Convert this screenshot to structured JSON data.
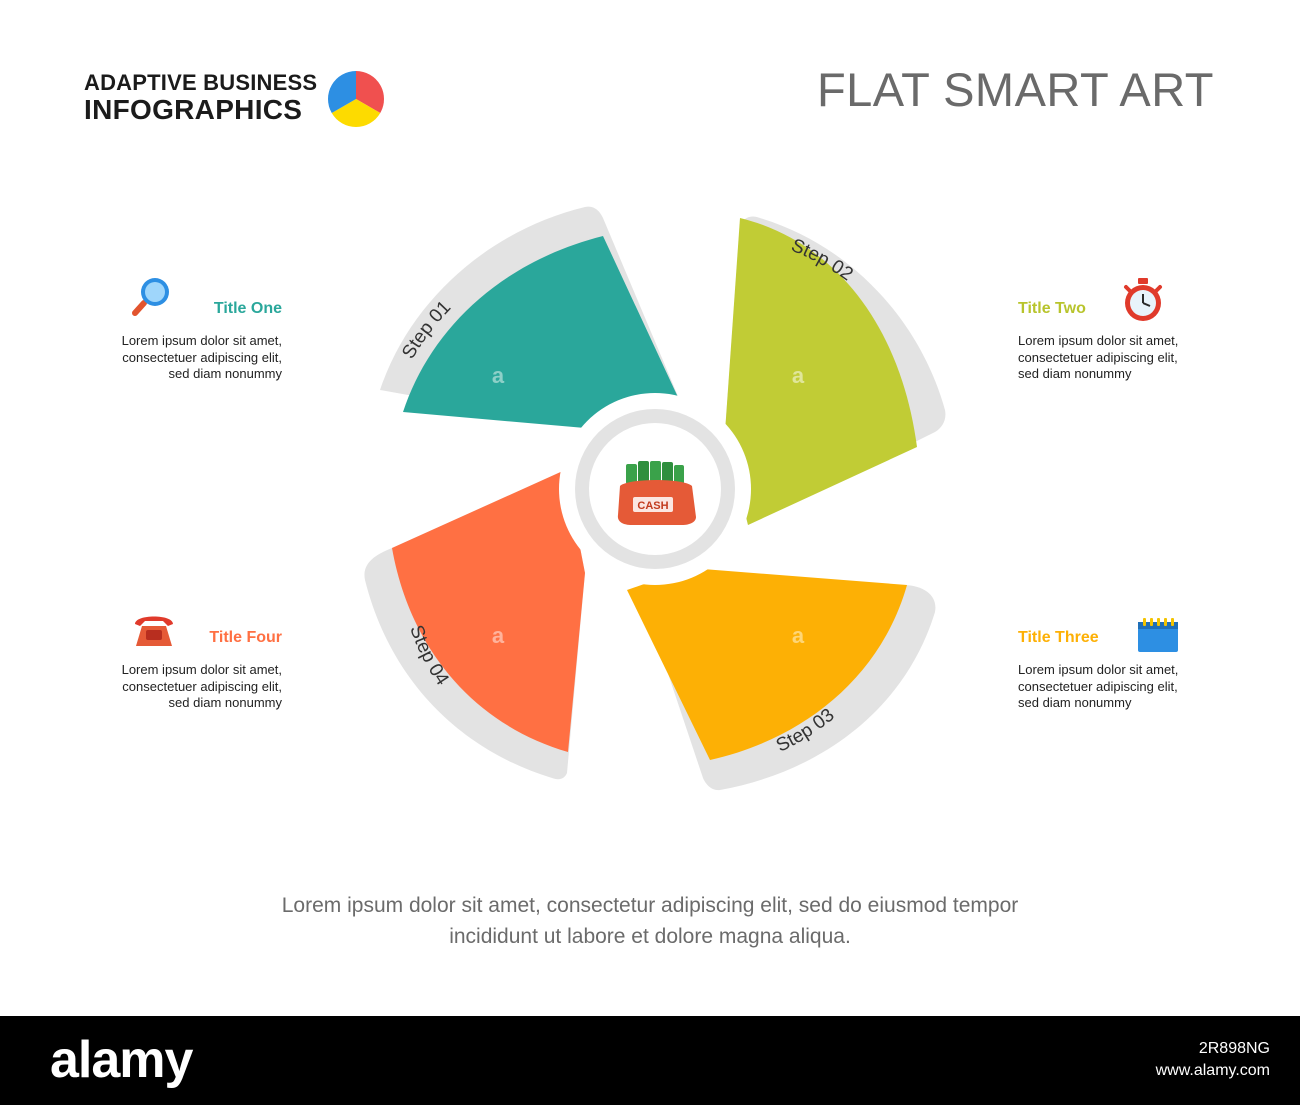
{
  "header": {
    "brand_line1": "ADAPTIVE BUSINESS",
    "brand_line2": "INFOGRAPHICS",
    "title": "FLAT SMART ART"
  },
  "diagram": {
    "center_label": "CASH",
    "center_icon": "money-bag-icon",
    "steps": [
      {
        "label": "Step 01",
        "marker": "a",
        "color": "#2aa79b"
      },
      {
        "label": "Step 02",
        "marker": "a",
        "color": "#c1cc35"
      },
      {
        "label": "Step 03",
        "marker": "a",
        "color": "#fdb005"
      },
      {
        "label": "Step 04",
        "marker": "a",
        "color": "#ff7043"
      }
    ],
    "track_color": "#e3e3e3"
  },
  "items": [
    {
      "title": "Title One",
      "icon": "magnifier-icon",
      "color": "#2aa79b",
      "line1": "Lorem ipsum dolor sit amet,",
      "line2": "consectetuer adipiscing elit,",
      "line3": "sed diam nonummy"
    },
    {
      "title": "Title Two",
      "icon": "stopwatch-icon",
      "color": "#b8c42c",
      "line1": "Lorem ipsum dolor sit amet,",
      "line2": "consectetuer adipiscing elit,",
      "line3": "sed diam nonummy"
    },
    {
      "title": "Title Three",
      "icon": "calendar-icon",
      "color": "#fdb005",
      "line1": "Lorem ipsum dolor sit amet,",
      "line2": "consectetuer adipiscing elit,",
      "line3": "sed diam nonummy"
    },
    {
      "title": "Title Four",
      "icon": "telephone-icon",
      "color": "#ff7043",
      "line1": "Lorem ipsum dolor sit amet,",
      "line2": "consectetuer adipiscing elit,",
      "line3": "sed diam nonummy"
    }
  ],
  "footer": {
    "line1": "Lorem ipsum dolor sit amet, consectetur adipiscing elit, sed do eiusmod tempor",
    "line2": "incididunt ut labore et dolore magna aliqua."
  },
  "watermark": {
    "logo": "alamy",
    "image_id": "2R898NG",
    "site": "www.alamy.com"
  }
}
